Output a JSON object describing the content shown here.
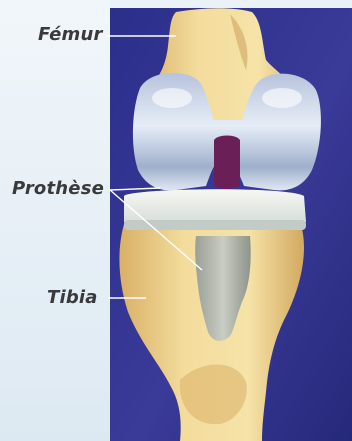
{
  "labels": {
    "femur": "Fémur",
    "prothese": "Prothèse",
    "tibia": "Tibia"
  },
  "colors": {
    "background_blue": "#2a2f86",
    "bone": "#eed28a",
    "implant_metal": "#c9d3e3",
    "implant_plastic": "#e8ede8",
    "stem_grey": "#aeb4ab",
    "gap_purple": "#6b1f57",
    "leader_line": "#ffffff"
  }
}
